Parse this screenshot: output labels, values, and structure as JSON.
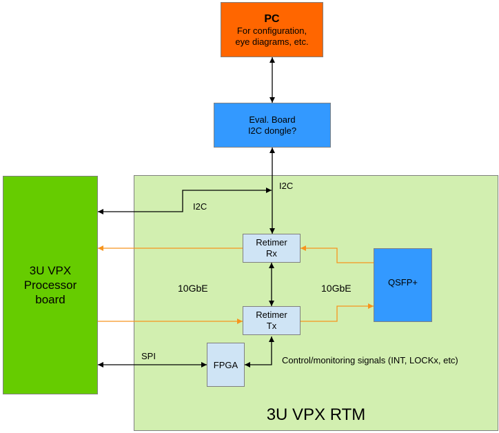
{
  "diagram": {
    "colors": {
      "pc": "#FF6600",
      "eval_board": "#3399FF",
      "rtm": "#D2EFB0",
      "processor": "#66CC00",
      "retimer": "#CFE4F5",
      "qsfp": "#3399FF",
      "fpga": "#CFE4F5",
      "control_wire": "#000000",
      "data_wire": "#F7941D"
    },
    "nodes": {
      "pc": {
        "title": "PC",
        "line1": "For configuration,",
        "line2": "eye diagrams, etc."
      },
      "eval_board": {
        "line1": "Eval. Board",
        "line2": "I2C dongle?"
      },
      "processor": {
        "line1": "3U VPX",
        "line2": "Processor",
        "line3": "board"
      },
      "rtm": {
        "title": "3U VPX RTM"
      },
      "retimer_rx": {
        "line1": "Retimer",
        "line2": "Rx"
      },
      "retimer_tx": {
        "line1": "Retimer",
        "line2": "Tx"
      },
      "qsfp": {
        "label": "QSFP+"
      },
      "fpga": {
        "label": "FPGA"
      }
    },
    "edge_labels": {
      "i2c_top": "I2C",
      "i2c_left": "I2C",
      "gbe_left": "10GbE",
      "gbe_right": "10GbE",
      "spi": "SPI",
      "control": "Control/monitoring signals (INT, LOCKx, etc)"
    },
    "edges": [
      {
        "from": "pc",
        "to": "eval_board",
        "type": "bidirectional",
        "signal": "control"
      },
      {
        "from": "eval_board",
        "to": "retimer_rx",
        "type": "bidirectional",
        "signal": "I2C"
      },
      {
        "from": "processor",
        "to": "retimer_rx",
        "type": "bidirectional",
        "signal": "I2C"
      },
      {
        "from": "retimer_rx",
        "to": "processor",
        "type": "directed",
        "signal": "10GbE"
      },
      {
        "from": "qsfp",
        "to": "retimer_rx",
        "type": "directed",
        "signal": "10GbE"
      },
      {
        "from": "retimer_rx",
        "to": "retimer_tx",
        "type": "bidirectional",
        "signal": "control"
      },
      {
        "from": "processor",
        "to": "retimer_tx",
        "type": "directed",
        "signal": "10GbE"
      },
      {
        "from": "retimer_tx",
        "to": "qsfp",
        "type": "directed",
        "signal": "10GbE"
      },
      {
        "from": "processor",
        "to": "fpga",
        "type": "bidirectional",
        "signal": "SPI"
      },
      {
        "from": "fpga",
        "to": "retimer_tx",
        "type": "bidirectional",
        "signal": "Control/monitoring"
      }
    ]
  }
}
